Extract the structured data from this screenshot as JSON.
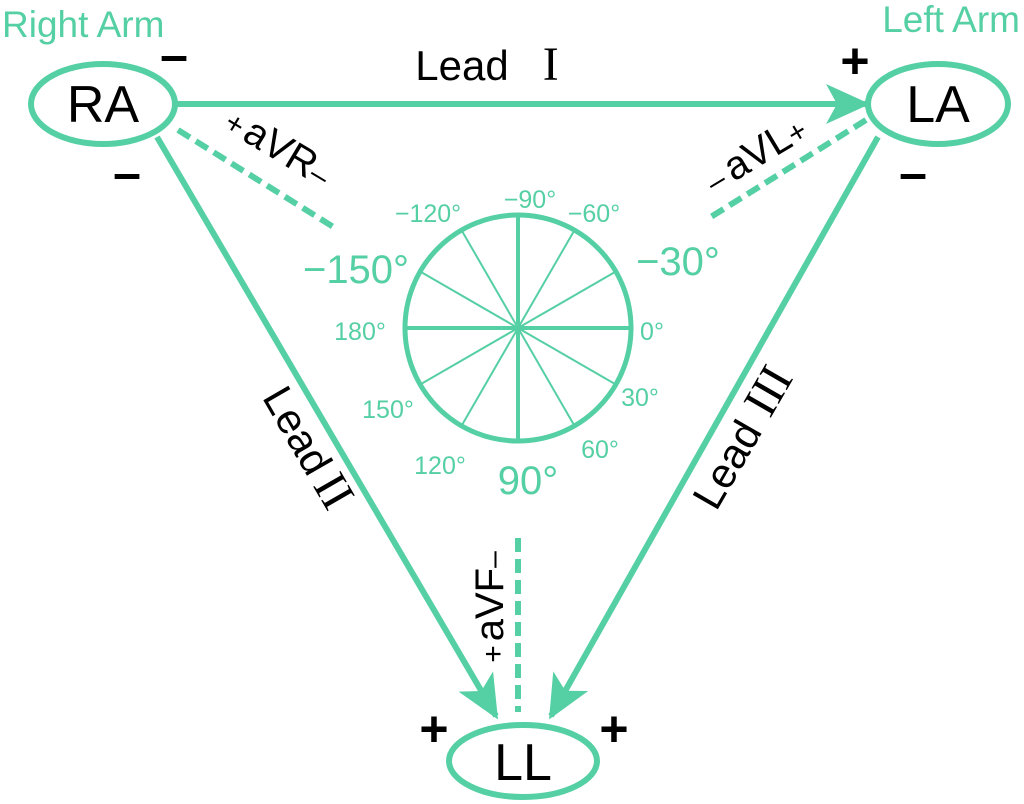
{
  "colors": {
    "accent": "#55CFA4",
    "ink": "#000000",
    "background": "#ffffff"
  },
  "electrodes": {
    "ra": {
      "label": "RA",
      "caption": "Right Arm"
    },
    "la": {
      "label": "LA",
      "caption": "Left Arm"
    },
    "ll": {
      "label": "LL"
    }
  },
  "polarity": {
    "plus": "+",
    "minus": "–"
  },
  "leads": {
    "lead1": {
      "word": "Lead",
      "numeral": "I"
    },
    "lead2": {
      "word": "Lead",
      "numeral": "II"
    },
    "lead3": {
      "word": "Lead",
      "numeral": "III"
    }
  },
  "augmented": {
    "avr": {
      "plus": "+",
      "name": "aVR",
      "minus": "–"
    },
    "avl": {
      "minus": "–",
      "name": "aVL",
      "plus": "+"
    },
    "avf": {
      "plus": "+",
      "name": "aVF",
      "minus": "–"
    }
  },
  "angles": {
    "small": [
      "−120°",
      "−90°",
      "−60°",
      "180°",
      "0°",
      "150°",
      "30°",
      "120°",
      "60°"
    ],
    "large": [
      "−150°",
      "−30°",
      "90°"
    ]
  }
}
